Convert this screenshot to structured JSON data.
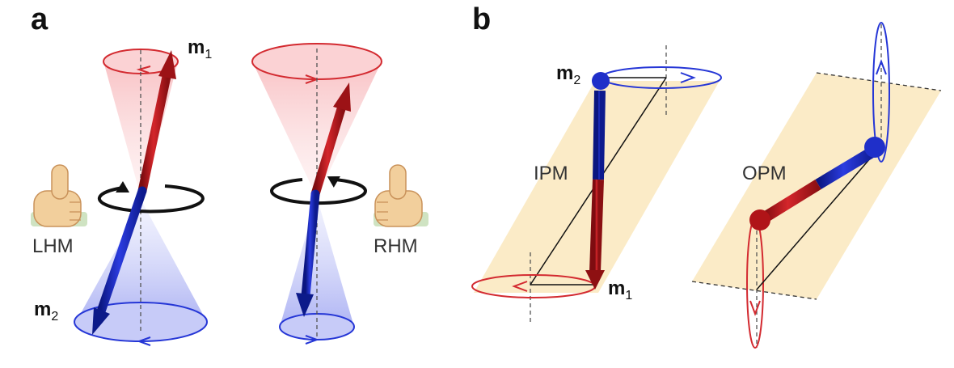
{
  "panels": {
    "a": {
      "label": "a",
      "moment_1": {
        "main": "m",
        "sub": "1"
      },
      "moment_2": {
        "main": "m",
        "sub": "2"
      },
      "left_mode": "LHM",
      "right_mode": "RHM"
    },
    "b": {
      "label": "b",
      "moment_1": {
        "main": "m",
        "sub": "1"
      },
      "moment_2": {
        "main": "m",
        "sub": "2"
      },
      "in_plane_mode": "IPM",
      "out_of_plane_mode": "OPM"
    }
  },
  "colors": {
    "moment_1": "#c0151b",
    "moment_1_dark": "#8e1012",
    "moment_2": "#1f2fc9",
    "moment_2_dark": "#0c1a8a",
    "cone_red_fill": "#f8c7c9",
    "cone_blue_fill": "#b9bdf5",
    "plane_fill": "#fbebc7",
    "rotation_arrow": "#111111",
    "thumb_skin": "#f2cf9c"
  }
}
